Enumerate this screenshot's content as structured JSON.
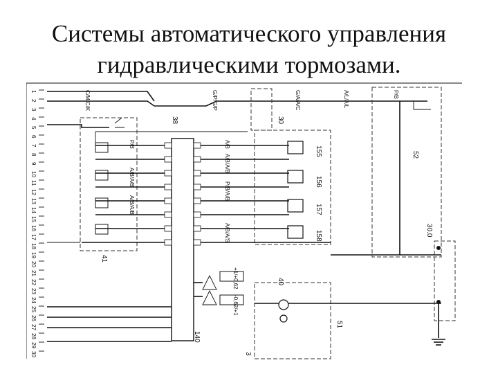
{
  "title": {
    "line1": "Системы автоматического управления",
    "line2": "гидравлическими тормозами."
  },
  "diagram": {
    "component_numbers": [
      "38",
      "30",
      "52",
      "155",
      "156",
      "157",
      "158",
      "41",
      "40",
      "51",
      "140",
      "3",
      "30.0"
    ],
    "left_rail_numbers": [
      "1",
      "2",
      "3",
      "4",
      "5",
      "6",
      "7",
      "8",
      "9",
      "10",
      "11",
      "12",
      "13",
      "14",
      "15",
      "16",
      "17",
      "18",
      "19",
      "20",
      "21",
      "22",
      "23",
      "24",
      "25",
      "26",
      "27",
      "28",
      "29",
      "30"
    ],
    "top_wire_codes": [
      "C/M/C/K",
      "G/P/G/P",
      "G/A/A/C",
      "A/L/A/L",
      "P/B"
    ],
    "row_codes": [
      "A/B",
      "P/B",
      "A/B/A/B",
      "A/B/A/B",
      "P/B/A/B",
      "A/B/A/B",
      "A/B/A/S"
    ],
    "signal_labels": [
      "+1/+0,62",
      "-0,62/+1"
    ]
  }
}
